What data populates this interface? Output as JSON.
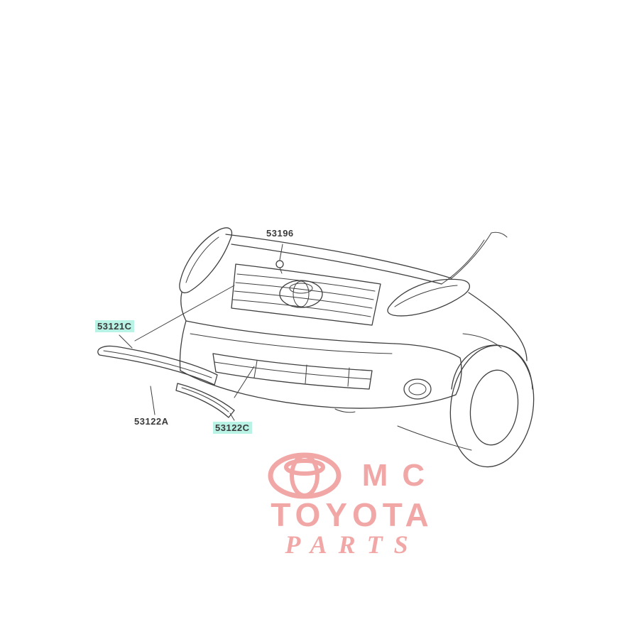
{
  "page": {
    "background": "#ffffff"
  },
  "diagram": {
    "highlight_color": "#b9f3e6",
    "line_color": "#3f3f3f",
    "labels": [
      {
        "text": "53196",
        "highlighted": false
      },
      {
        "text": "53121C",
        "highlighted": true
      },
      {
        "text": "53122A",
        "highlighted": false
      },
      {
        "text": "53122C",
        "highlighted": true
      }
    ]
  },
  "watermark": {
    "logo": "toyota-logo",
    "line1": "MC",
    "line2": "TOYOTA",
    "line3": "PARTS",
    "color": "#ef9292"
  }
}
